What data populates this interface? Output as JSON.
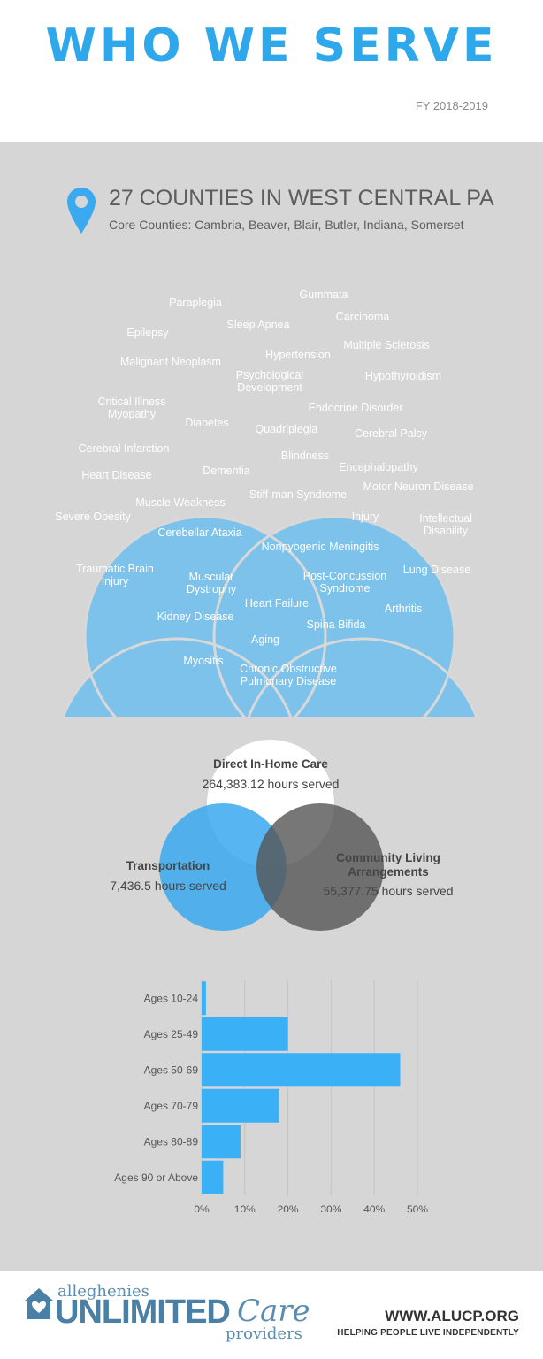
{
  "header": {
    "title": "WHO WE SERVE",
    "fiscal_year": "FY 2018-2019"
  },
  "counties": {
    "icon": "location-pin-icon",
    "title": "27 COUNTIES IN WEST CENTRAL PA",
    "subtitle": "Core Counties: Cambria, Beaver, Blair, Butler, Indiana, Somerset"
  },
  "conditions": [
    "Paraplegia",
    "Gummata",
    "Sleep Apnea",
    "Carcinoma",
    "Epilepsy",
    "Multiple Sclerosis",
    "Hypertension",
    "Malignant Neoplasm",
    "Psychological Development",
    "Hypothyroidism",
    "Critical Illness Myopathy",
    "Endocrine Disorder",
    "Diabetes",
    "Quadriplegia",
    "Cerebral Palsy",
    "Cerebral Infarction",
    "Blindness",
    "Dementia",
    "Encephalopathy",
    "Heart Disease",
    "Stiff-man Syndrome",
    "Motor Neuron Disease",
    "Muscle Weakness",
    "Severe Obesity",
    "Injury",
    "Intellectual Disability",
    "Cerebellar Ataxia",
    "Nonpyogenic Meningitis",
    "Traumatic Brain Injury",
    "Muscular Dystrophy",
    "Post-Concussion Syndrome",
    "Lung Disease",
    "Heart Failure",
    "Arthritis",
    "Kidney Disease",
    "Spina Bifida",
    "Aging",
    "Myositis",
    "Chronic Obstructive Pulmonary Disease"
  ],
  "services": [
    {
      "name": "Direct In-Home Care",
      "value": "264,383.12 hours served",
      "color": "#ffffff"
    },
    {
      "name": "Transportation",
      "value": "7,436.5 hours served",
      "color": "#3aa9ef"
    },
    {
      "name": "Community Living Arrangements",
      "value": "55,377.75 hours served",
      "color": "#666666"
    }
  ],
  "chart_data": {
    "type": "bar",
    "orientation": "horizontal",
    "categories": [
      "Ages 10-24",
      "Ages 25-49",
      "Ages 50-69",
      "Ages 70-79",
      "Ages 80-89",
      "Ages 90 or Above"
    ],
    "values": [
      1,
      20,
      46,
      18,
      9,
      5
    ],
    "xlim": [
      0,
      50
    ],
    "xticks": [
      "0%",
      "10%",
      "20%",
      "30%",
      "40%",
      "50%"
    ],
    "grid": true,
    "bar_color": "#3ab0f7"
  },
  "footer": {
    "logo_top": "alleghenies",
    "logo_main": "UNLIMITED",
    "logo_care": "Care",
    "logo_bottom": "providers",
    "website": "WWW.ALUCP.ORG",
    "tagline": "HELPING PEOPLE LIVE INDEPENDENTLY"
  }
}
